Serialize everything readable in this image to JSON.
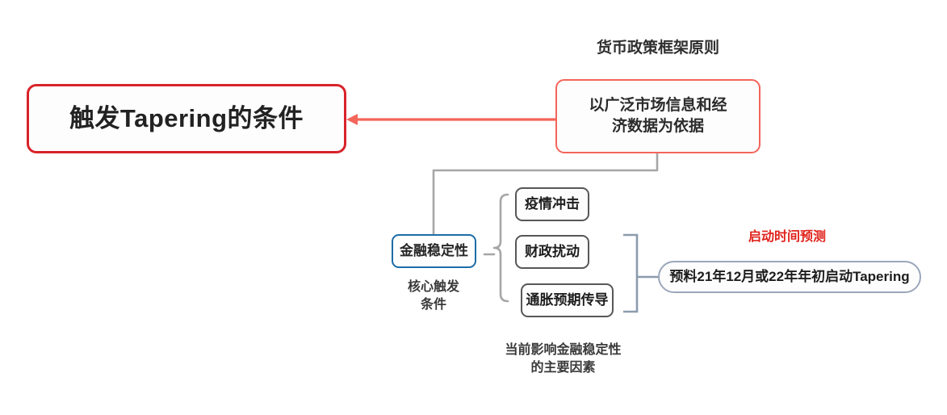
{
  "diagram": {
    "title_node": {
      "label": "触发Tapering的条件"
    },
    "principle": {
      "caption": "货币政策框架原则",
      "line1": "以广泛市场信息和经",
      "line2": "济数据为依据"
    },
    "stability": {
      "label": "金融稳定性",
      "caption_line1": "核心触发",
      "caption_line2": "条件"
    },
    "factors": {
      "items": [
        {
          "label": "疫情冲击"
        },
        {
          "label": "财政扰动"
        },
        {
          "label": "通胀预期传导"
        }
      ],
      "caption_line1": "当前影响金融稳定性",
      "caption_line2": "的主要因素"
    },
    "forecast": {
      "caption": "启动时间预测",
      "label": "预料21年12月或22年年初启动Tapering"
    },
    "colors": {
      "title_border": "#d8232a",
      "principle_border": "#f4655a",
      "stability_border": "#1c6ca8",
      "factor_border": "#575757",
      "prediction_border": "#9aa7bb",
      "connector_coral": "#f4655a",
      "connector_gray": "#a6a6a6",
      "connector_slate": "#8c9bae",
      "forecast_caption": "#e0231b",
      "background": "#ffffff"
    }
  }
}
